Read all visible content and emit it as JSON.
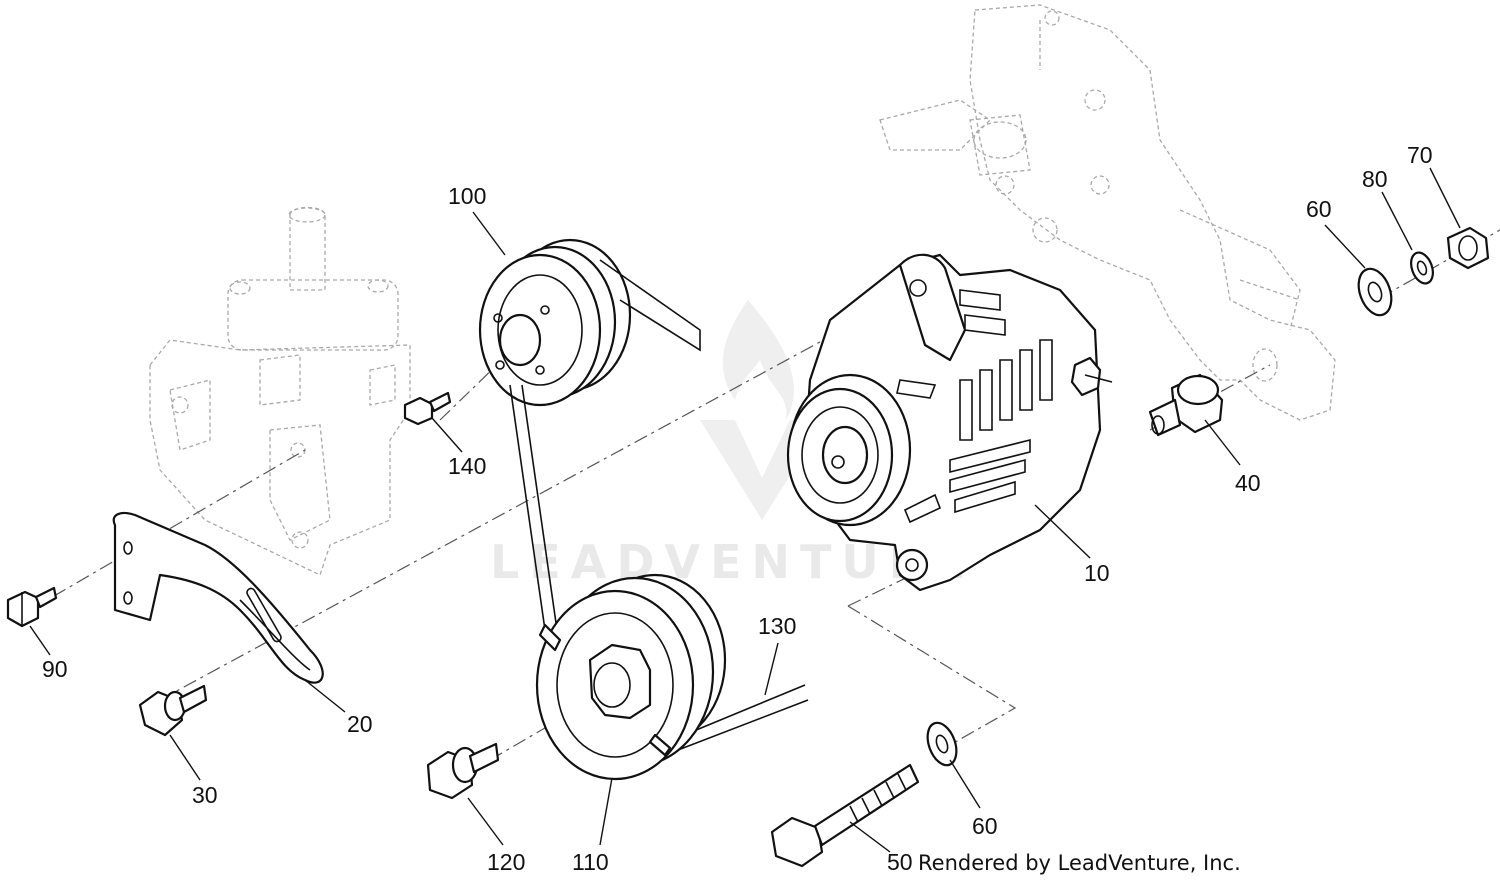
{
  "diagram": {
    "callouts": {
      "p10": "10",
      "p20": "20",
      "p30": "30",
      "p40": "40",
      "p50": "50",
      "p60_upper": "60",
      "p60_lower": "60",
      "p70": "70",
      "p80": "80",
      "p90": "90",
      "p100": "100",
      "p110": "110",
      "p120": "120",
      "p130": "130",
      "p140": "140"
    },
    "watermark": "LEADVENTURE",
    "credit": "Rendered by LeadVenture, Inc."
  },
  "colors": {
    "line": "#111111",
    "ghost": "#a9a9a9",
    "watermark": "#e9e9e9"
  }
}
